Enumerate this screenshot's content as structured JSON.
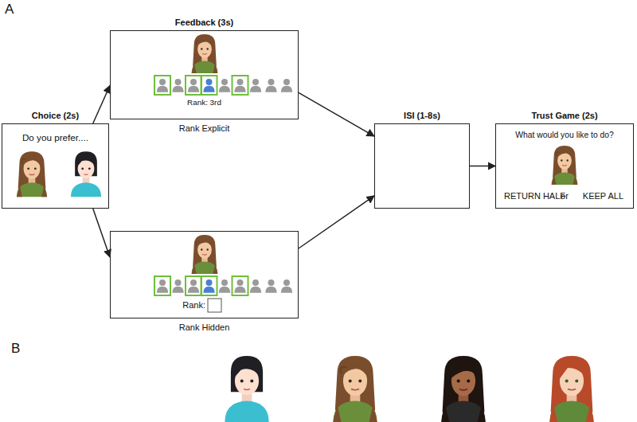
{
  "diagram": {
    "nodes": [
      {
        "text": [
          "Choice (2s)",
          "Do you prefer...."
        ]
      },
      {
        "text": [
          "Feedback (3s)",
          "Rank: 3rd",
          "Rank Explicit"
        ]
      },
      {
        "text": [
          "Rank:",
          "Rank Hidden"
        ]
      },
      {
        "text": [
          "ISI (1-8s)"
        ]
      },
      {
        "text": [
          "Trust Game (2s)",
          "What would you like to do?",
          "RETURN HALF",
          "or",
          "KEEP ALL"
        ]
      }
    ],
    "edges": [
      {
        "from": 0,
        "to": 1,
        "arrow": "to"
      },
      {
        "from": 0,
        "to": 2,
        "arrow": "to"
      },
      {
        "from": 1,
        "to": 3,
        "arrow": "to"
      },
      {
        "from": 2,
        "to": 3,
        "arrow": "to"
      },
      {
        "from": 3,
        "to": 4,
        "arrow": "to"
      }
    ],
    "labels": [
      "A",
      "B"
    ]
  }
}
